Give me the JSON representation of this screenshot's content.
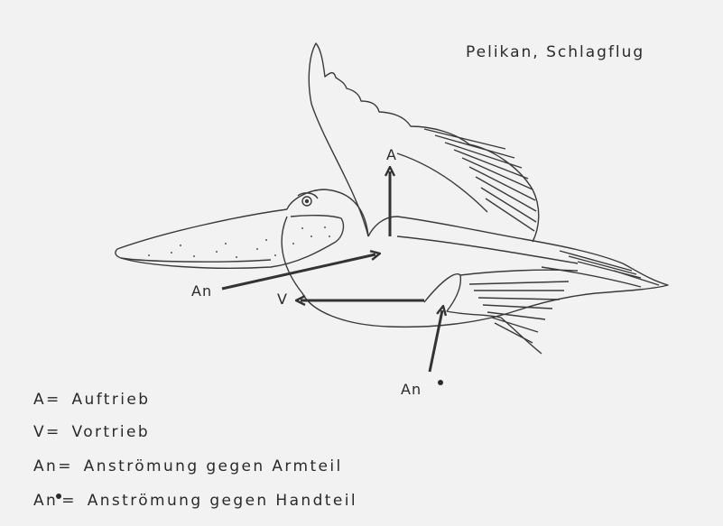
{
  "title": "Pelikan, Schlagflug",
  "arrow_labels": {
    "a": "A",
    "an": "An",
    "v": "V",
    "an_hand": "An"
  },
  "legend": [
    {
      "symbol": "A=",
      "text": "Auftrieb"
    },
    {
      "symbol": "V=",
      "text": "Vortrieb"
    },
    {
      "symbol": "An=",
      "text": "Anströmung gegen Armteil"
    },
    {
      "symbol": "An",
      "symbol_suffix": "=",
      "text": "Anströmung gegen Handteil"
    }
  ]
}
